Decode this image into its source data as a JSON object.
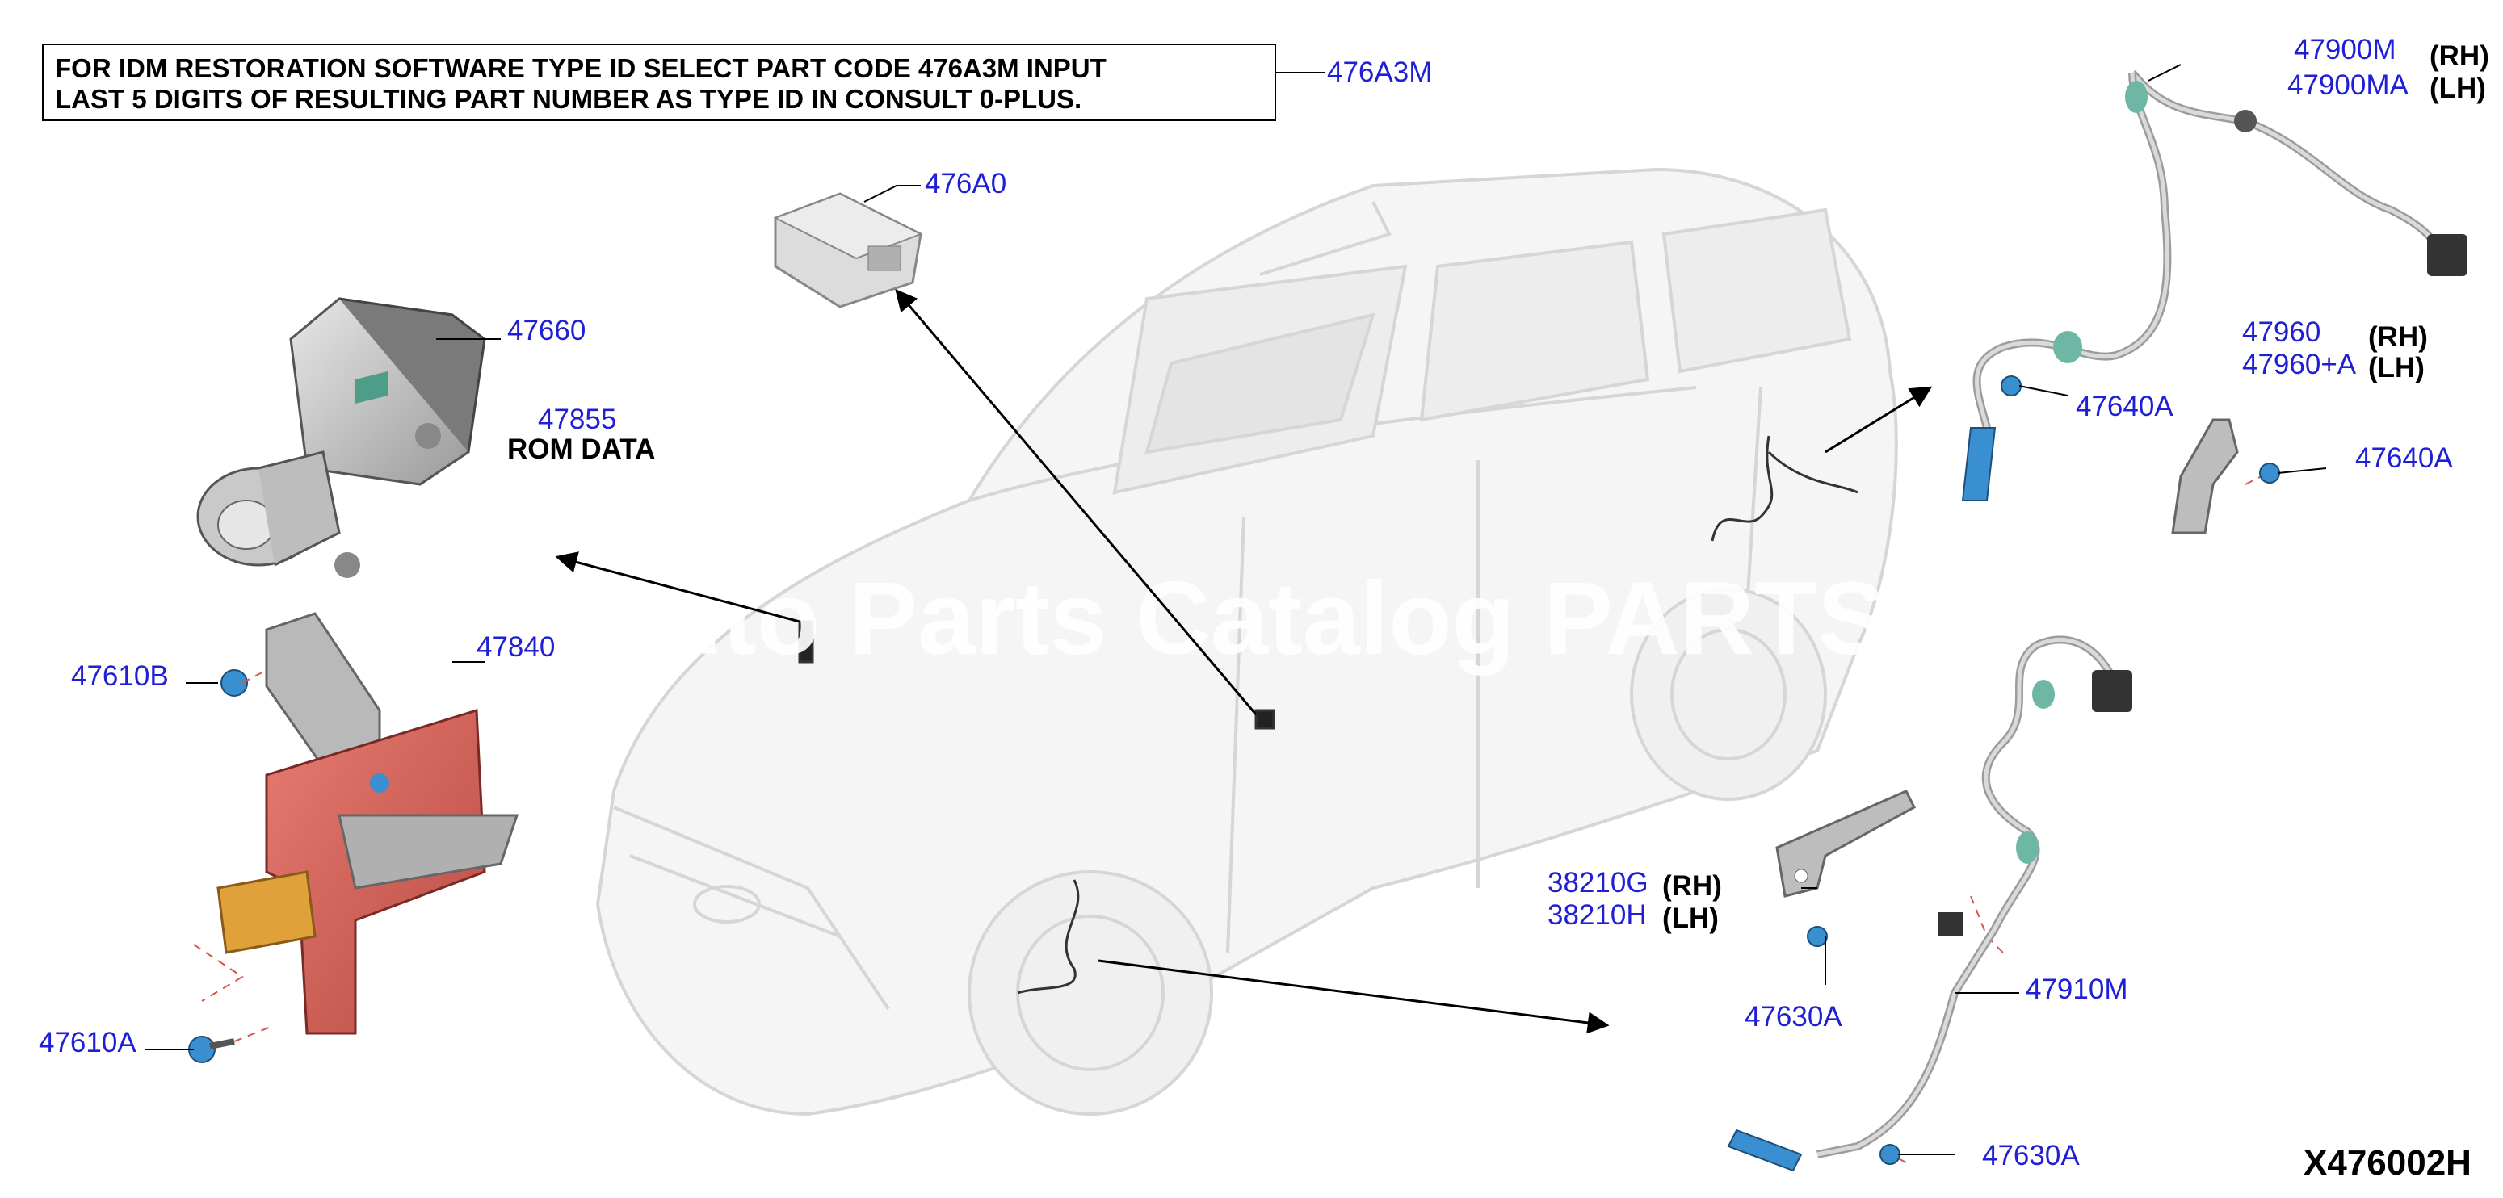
{
  "note": {
    "line1": "FOR IDM RESTORATION SOFTWARE TYPE ID SELECT PART CODE 476A3M INPUT",
    "line2": "LAST 5 DIGITS OF RESULTING PART NUMBER AS TYPE ID IN CONSULT 0-PLUS."
  },
  "callouts": {
    "c_476A3M": "476A3M",
    "c_476A0": "476A0",
    "c_47660": "47660",
    "c_47855": "47855",
    "rom_data": "ROM DATA",
    "c_47840": "47840",
    "c_47610B": "47610B",
    "c_47610A": "47610A",
    "c_47900M": "47900M",
    "c_47900MA": "47900MA",
    "rh_1": "(RH)",
    "lh_1": "(LH)",
    "c_47960": "47960",
    "c_47960A": "47960+A",
    "rh_2": "(RH)",
    "lh_2": "(LH)",
    "c_47640A_1": "47640A",
    "c_47640A_2": "47640A",
    "c_38210G": "38210G",
    "c_38210H": "38210H",
    "rh_3": "(RH)",
    "lh_3": "(LH)",
    "c_47630A_1": "47630A",
    "c_47630A_2": "47630A",
    "c_47910M": "47910M"
  },
  "diagram_code": "X476002H",
  "watermark": "Smart Auto Parts Catalog PARTS",
  "colors": {
    "callout_text": "#1f1fd6",
    "leader_line": "#000000",
    "bracket_red": "#d4584f",
    "bracket_orange": "#e0a03a",
    "sensor_blue": "#3a8fd0",
    "connector_teal": "#6fb7a5",
    "car_outline": "#cfcfcf"
  }
}
